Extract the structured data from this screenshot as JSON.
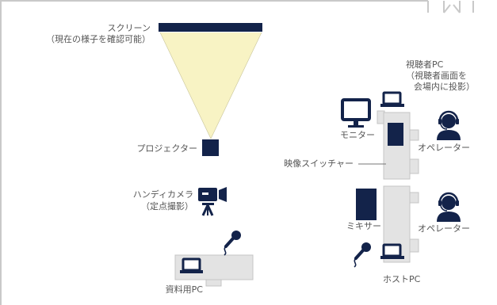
{
  "colors": {
    "navy": "#13234a",
    "beam": "#f8f3c4",
    "table_fill": "#e3e3e3",
    "table_stroke": "#c4c4c4",
    "text": "#555555",
    "leader_line": "#777777"
  },
  "labels": {
    "screen": "スクリーン",
    "screen_sub": "（現在の様子を確認可能）",
    "projector": "プロジェクター",
    "handy_camera": "ハンディカメラ",
    "handy_camera_sub": "（定点撮影）",
    "material_pc": "資料用PC",
    "viewer_pc": "視聴者PC",
    "viewer_pc_sub1": "（視聴者画面を",
    "viewer_pc_sub2": "会場内に投影）",
    "monitor": "モニター",
    "video_switcher": "映像スイッチャー",
    "operator_top": "オペレーター",
    "mixer": "ミキサー",
    "operator_bottom": "オペレーター",
    "host_pc": "ホストPC"
  },
  "icons": [
    "monitor-icon",
    "laptop-icon",
    "headset-operator-icon",
    "camera-on-tripod-icon",
    "microphone-icon",
    "projector-icon"
  ]
}
